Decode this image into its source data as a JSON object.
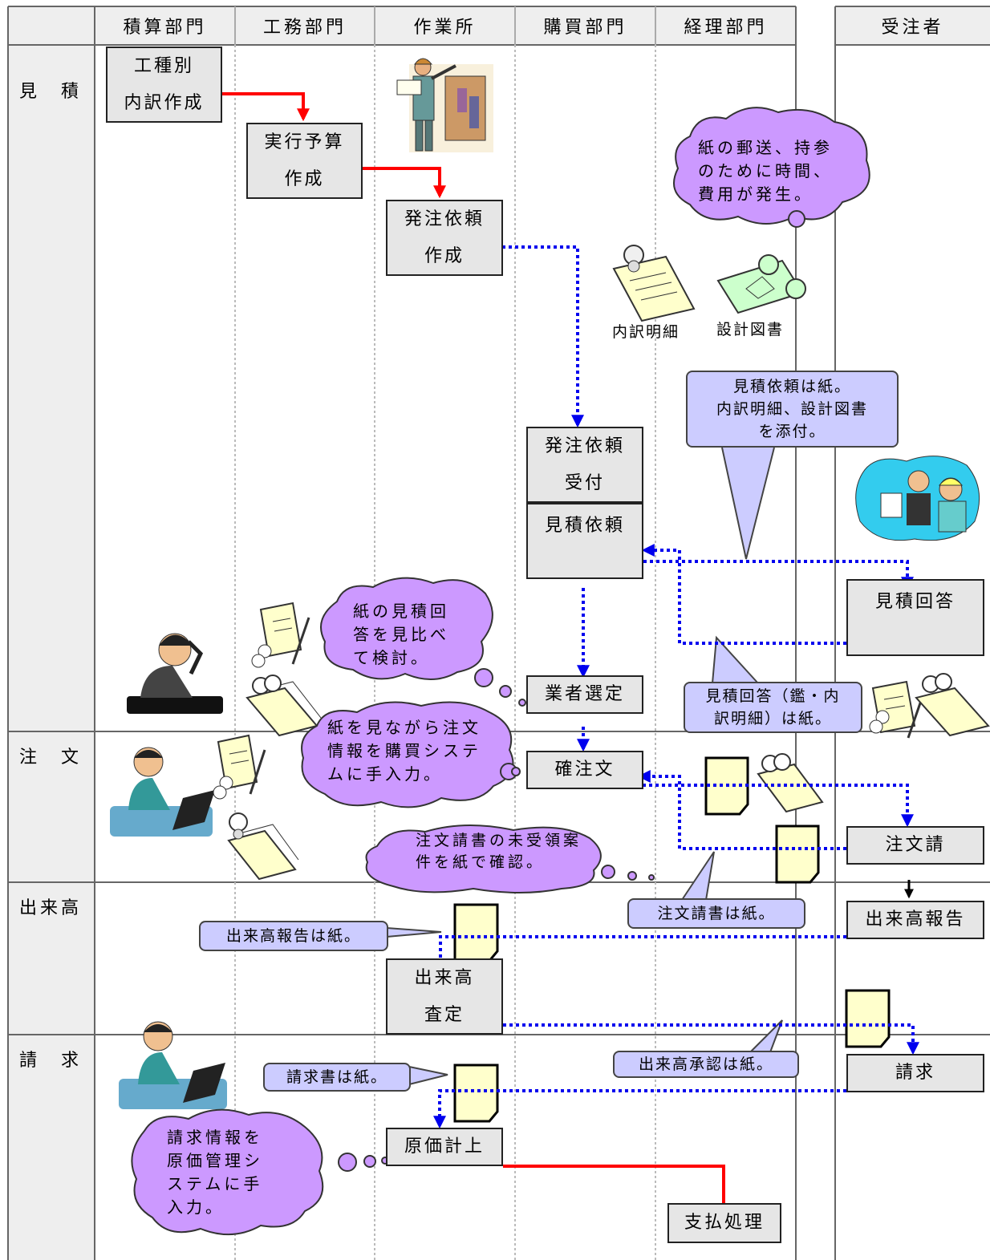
{
  "colors": {
    "lane_gray": "#eeeeee",
    "box_fill": "#e6e6e6",
    "callout_fill": "#ccccff",
    "cloud_fill": "#cc99ff",
    "paper_fill": "#ffffcc",
    "red_flow": "#ff0000",
    "blue_flow": "#0000ee"
  },
  "headers": [
    "積算部門",
    "工務部門",
    "作業所",
    "購買部門",
    "経理部門",
    "受注者"
  ],
  "phases": [
    "見　積",
    "注　文",
    "出来高",
    "請　求"
  ],
  "boxes": {
    "koshubetsu": [
      "工種別",
      "内訳作成"
    ],
    "jikko_yosan": [
      "実行予算",
      "作成"
    ],
    "hacchu_irai_sakusei": [
      "発注依頼",
      "作成"
    ],
    "hacchu_irai_uketsuke": [
      "発注依頼",
      "受付"
    ],
    "mitsumori_irai": "見積依頼",
    "mitsumori_kaito": "見積回答",
    "gyosha_sentei": "業者選定",
    "kaku_chumon": "確注文",
    "chumon_uke": "注文請",
    "dekidaka_hokoku": "出来高報告",
    "dekidaka_satei": [
      "出来高",
      "査定"
    ],
    "seikyu": "請求",
    "genka_keijo": "原価計上",
    "shiharai": "支払処理"
  },
  "captions": {
    "uchiwake_meisai": "内訳明細",
    "sekkei_tosho": "設計図書"
  },
  "callouts": {
    "mitsumori_irai_kami": [
      "見積依頼は紙。",
      "内訳明細、設計図書",
      "を添付。"
    ],
    "mitsumori_kaito_kami": [
      "見積回答（鑑・内",
      "訳明細）は紙。"
    ],
    "chumon_ukesho_kami": "注文請書は紙。",
    "dekidaka_hokoku_kami": "出来高報告は紙。",
    "dekidaka_shonin_kami": "出来高承認は紙。",
    "seikyusho_kami": "請求書は紙。"
  },
  "clouds": {
    "yuso": "紙の郵送、持参\nのために時間、\n費用が発生。",
    "mikurabe": "紙の見積回\n答を見比べ\nて検討。",
    "tenyuryoku": "紙を見ながら注文\n情報を購買システ\nムに手入力。",
    "mijuryo": "注文請書の未受領案\n件を紙で確認。",
    "genka_kanri": "請求情報を\n原価管理シ\nステムに手\n入力。"
  },
  "icons": [
    "construction-worker-clipart",
    "document-with-pin-icon",
    "blueprint-scroll-icon",
    "contractor-team-clipart",
    "worried-office-worker-clipart",
    "pc-operator-clipart",
    "paper-document-icon"
  ]
}
